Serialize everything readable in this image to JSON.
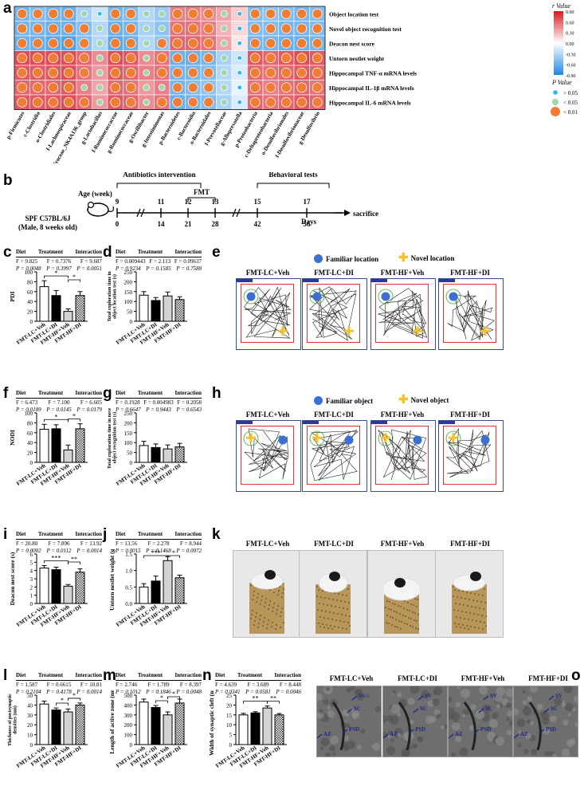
{
  "panel_letters": [
    "a",
    "b",
    "c",
    "d",
    "e",
    "f",
    "g",
    "h",
    "i",
    "j",
    "k",
    "l",
    "m",
    "n",
    "o"
  ],
  "heatmap": {
    "rows": [
      "Object location test",
      "Novel object recognition test",
      "Deacon nest score",
      "Untorn nestlet weight",
      "Hippocampal TNF-α mRNA levels",
      "Hippocampal IL-1β mRNA levels",
      "Hippocampal IL-6 mRNA levels"
    ],
    "cols": [
      "p-Firmicutes",
      "c-Clostridia",
      "o-Clostridiales",
      "f-Lachnospiraceae",
      "g-Lachnospiraceae_NK4A136_group",
      "g-Lactobacillus",
      "f-Ruminococcaceae",
      "g-Ruminococcaceae",
      "g-Oscillibacter",
      "g-Intestinimonas",
      "p-Bacteroidetes",
      "c-Bacteroidia",
      "o-Bacteroidales",
      "f-Prevotellaceae",
      "g-Alloprevotella",
      "p-Proteobacteria",
      "c-Deltaproteobacteria",
      "o-Desulfovibrionales",
      "f-Desulfovibrionaceae",
      "g-Desulfovibrio"
    ],
    "values": [
      [
        -0.55,
        -0.5,
        -0.55,
        -0.6,
        -0.35,
        -0.2,
        -0.55,
        -0.5,
        -0.3,
        -0.4,
        0.5,
        0.5,
        0.45,
        0.35,
        0.2,
        -0.5,
        -0.45,
        -0.5,
        -0.55,
        -0.5
      ],
      [
        -0.55,
        -0.55,
        -0.6,
        -0.6,
        -0.5,
        -0.3,
        -0.6,
        -0.55,
        -0.35,
        -0.45,
        0.55,
        0.55,
        0.5,
        0.3,
        0.15,
        -0.5,
        -0.5,
        -0.55,
        -0.55,
        -0.5
      ],
      [
        -0.6,
        -0.6,
        -0.65,
        -0.7,
        -0.5,
        -0.3,
        -0.65,
        -0.6,
        -0.3,
        -0.45,
        0.6,
        0.6,
        0.55,
        0.35,
        0.1,
        -0.55,
        -0.55,
        -0.6,
        -0.6,
        -0.55
      ],
      [
        0.7,
        0.7,
        0.7,
        0.7,
        0.6,
        0.45,
        0.7,
        0.65,
        0.45,
        0.55,
        -0.6,
        -0.6,
        -0.55,
        -0.35,
        -0.2,
        0.65,
        0.6,
        0.65,
        0.7,
        0.65
      ],
      [
        0.65,
        0.65,
        0.65,
        0.7,
        0.55,
        0.4,
        0.65,
        0.6,
        0.5,
        0.55,
        -0.55,
        -0.55,
        -0.5,
        -0.3,
        -0.15,
        0.6,
        0.55,
        0.6,
        0.65,
        0.6
      ],
      [
        0.6,
        0.6,
        0.6,
        0.65,
        0.5,
        0.35,
        0.6,
        0.55,
        0.4,
        0.5,
        -0.55,
        -0.5,
        -0.45,
        -0.3,
        -0.1,
        0.55,
        0.5,
        0.55,
        0.6,
        0.55
      ],
      [
        0.65,
        0.65,
        0.65,
        0.7,
        0.6,
        0.4,
        0.65,
        0.6,
        0.45,
        0.55,
        -0.6,
        -0.55,
        -0.5,
        -0.35,
        -0.15,
        0.6,
        0.55,
        0.6,
        0.65,
        0.6
      ]
    ],
    "pvals": [
      [
        2,
        2,
        2,
        2,
        1,
        0,
        2,
        2,
        1,
        1,
        2,
        2,
        2,
        1,
        0,
        2,
        2,
        2,
        2,
        2
      ],
      [
        2,
        2,
        2,
        2,
        2,
        1,
        2,
        2,
        1,
        1,
        2,
        2,
        2,
        1,
        0,
        2,
        2,
        2,
        2,
        2
      ],
      [
        2,
        2,
        2,
        2,
        2,
        1,
        2,
        2,
        1,
        2,
        2,
        2,
        2,
        1,
        0,
        2,
        2,
        2,
        2,
        2
      ],
      [
        2,
        2,
        2,
        2,
        2,
        1,
        2,
        2,
        1,
        2,
        2,
        2,
        2,
        1,
        0,
        2,
        2,
        2,
        2,
        2
      ],
      [
        2,
        2,
        2,
        2,
        2,
        1,
        2,
        2,
        1,
        2,
        2,
        2,
        2,
        1,
        0,
        2,
        2,
        2,
        2,
        2
      ],
      [
        2,
        2,
        2,
        2,
        1,
        1,
        2,
        2,
        1,
        1,
        2,
        2,
        2,
        1,
        0,
        2,
        2,
        2,
        2,
        2
      ],
      [
        2,
        2,
        2,
        2,
        2,
        1,
        2,
        2,
        1,
        2,
        2,
        2,
        2,
        1,
        0,
        2,
        2,
        2,
        2,
        2
      ]
    ],
    "legend_title": "r Value",
    "legend_ticks": [
      "0.90",
      "0.60",
      "0.30",
      "0.00",
      "-0.30",
      "-0.60",
      "-0.90"
    ],
    "p_title": "P Value",
    "p_items": [
      "> 0.05",
      "< 0.05",
      "< 0.01"
    ],
    "colors": {
      "neg": "#1e88e5",
      "mid": "#ffffff",
      "pos": "#d7191c",
      "p_gt": "#29b6f6",
      "p_lt05": "#a5d6a7",
      "p_lt01": "#ef7d32"
    }
  },
  "timeline": {
    "mouse_text_1": "SPF C57BL/6J",
    "mouse_text_2": "(Male, 8 weeks old)",
    "age_label": "Age (week)",
    "antibiotics": "Antibiotics intervention",
    "fmt": "FMT",
    "behavioral": "Behavioral tests",
    "weeks": [
      "9",
      "11",
      "12",
      "13",
      "15",
      "17"
    ],
    "days": [
      "0",
      "14",
      "21",
      "28",
      "42",
      "56"
    ],
    "days_label": "Days",
    "end_label": "sacrifice"
  },
  "stats": {
    "c": {
      "h": [
        "Diet",
        "Treatment",
        "Interaction"
      ],
      "f": [
        "F = 9.825",
        "F = 0.7376",
        "F = 9.687"
      ],
      "p": [
        "P = 0.0048",
        "P = 0.3997",
        "P = 0.0051"
      ]
    },
    "d": {
      "h": [
        "Diet",
        "Treatment",
        "Interaction"
      ],
      "f": [
        "F = 0.009443",
        "F = 2.113",
        "F = 0.09637"
      ],
      "p": [
        "P = 0.9234",
        "P = 0.1585",
        "P = 0.7588"
      ]
    },
    "f": {
      "h": [
        "Diet",
        "Treatment",
        "Interaction"
      ],
      "f": [
        "F = 6.473",
        "F = 7.100",
        "F = 6.605"
      ],
      "p": [
        "P = 0.0189",
        "P = 0.0145",
        "P = 0.0179"
      ]
    },
    "g": {
      "h": [
        "Diet",
        "Treatment",
        "Interaction"
      ],
      "f": [
        "F = 0.1928",
        "F = 0.004983",
        "F = 0.2058"
      ],
      "p": [
        "P = 0.6647",
        "P = 0.9443",
        "P = 0.6543"
      ]
    },
    "i": {
      "h": [
        "Diet",
        "Treatment",
        "Interaction"
      ],
      "f": [
        "F = 20.80",
        "F = 7.896",
        "F = 13.92"
      ],
      "p": [
        "P = 0.0002",
        "P = 0.0112",
        "P = 0.0014"
      ]
    },
    "j": {
      "h": [
        "Diet",
        "Treatment",
        "Interaction"
      ],
      "f": [
        "F = 13.56",
        "F = 2.278",
        "F = 8.944"
      ],
      "p": [
        "P = 0.0015",
        "P = 0.1468",
        "P = 0.0072"
      ]
    },
    "l": {
      "h": [
        "Diet",
        "Treatment",
        "Interaction"
      ],
      "f": [
        "F = 1.587",
        "F = 0.6615",
        "F = 10.81"
      ],
      "p": [
        "P = 0.2104",
        "P = 0.4178",
        "P = 0.0014"
      ]
    },
    "m": {
      "h": [
        "Diet",
        "Treatment",
        "Interaction"
      ],
      "f": [
        "F = 2.746",
        "F = 1.789",
        "F = 8.397"
      ],
      "p": [
        "P = 0.1012",
        "P = 0.1846",
        "P = 0.0048"
      ]
    },
    "n": {
      "h": [
        "Diet",
        "Treatment",
        "Interaction"
      ],
      "f": [
        "F = 4.639",
        "F = 3.689",
        "F = 8.448"
      ],
      "p": [
        "P = 0.0341",
        "P = 0.0581",
        "P = 0.0046"
      ]
    }
  },
  "groups": [
    "FMT-LC+Veh",
    "FMT-LC+DI",
    "FMT-HF+Veh",
    "FMT-HF+DI"
  ],
  "chart_data": [
    {
      "panel": "c",
      "type": "bar",
      "categories": [
        "FMT-LC+Veh",
        "FMT-LC+DI",
        "FMT-HF+Veh",
        "FMT-HF+DI"
      ],
      "values": [
        70,
        52,
        20,
        52
      ],
      "errors": [
        12,
        10,
        5,
        8
      ],
      "ylabel": "PDI",
      "ylim": [
        0,
        100
      ],
      "yticks": [
        0,
        20,
        40,
        60,
        80,
        100
      ],
      "sig": [
        {
          "a": 0,
          "b": 2,
          "label": "*"
        },
        {
          "a": 2,
          "b": 3,
          "label": "*"
        }
      ]
    },
    {
      "panel": "d",
      "type": "bar",
      "categories": [
        "FMT-LC+Veh",
        "FMT-LC+DI",
        "FMT-HF+Veh",
        "FMT-HF+DI"
      ],
      "values": [
        132,
        105,
        128,
        110
      ],
      "errors": [
        18,
        15,
        20,
        14
      ],
      "ylabel": "Total exploration time in object location test (s)",
      "ylim": [
        0,
        250
      ],
      "yticks": [
        0,
        50,
        100,
        150,
        200,
        250
      ],
      "sig": []
    },
    {
      "panel": "f",
      "type": "bar",
      "categories": [
        "FMT-LC+Veh",
        "FMT-LC+DI",
        "FMT-HF+Veh",
        "FMT-HF+DI"
      ],
      "values": [
        67,
        68,
        25,
        68
      ],
      "errors": [
        10,
        8,
        10,
        10
      ],
      "ylabel": "NODI",
      "ylim": [
        0,
        100
      ],
      "yticks": [
        0,
        20,
        40,
        60,
        80,
        100
      ],
      "sig": [
        {
          "a": 0,
          "b": 2,
          "label": "*"
        },
        {
          "a": 2,
          "b": 3,
          "label": "*"
        }
      ]
    },
    {
      "panel": "g",
      "type": "bar",
      "categories": [
        "FMT-LC+Veh",
        "FMT-LC+DI",
        "FMT-HF+Veh",
        "FMT-HF+DI"
      ],
      "values": [
        85,
        75,
        68,
        78
      ],
      "errors": [
        22,
        18,
        20,
        18
      ],
      "ylabel": "Total exploration time in novel object recognition test (s)",
      "ylim": [
        0,
        250
      ],
      "yticks": [
        0,
        50,
        100,
        150,
        200,
        250
      ],
      "sig": []
    },
    {
      "panel": "i",
      "type": "bar",
      "categories": [
        "FMT-LC+Veh",
        "FMT-LC+DI",
        "FMT-HF+Veh",
        "FMT-HF+DI"
      ],
      "values": [
        4.3,
        4.1,
        2.1,
        3.8
      ],
      "errors": [
        0.3,
        0.3,
        0.2,
        0.4
      ],
      "ylabel": "Deacon nest score (s)",
      "ylim": [
        0,
        6
      ],
      "yticks": [
        0,
        1,
        2,
        3,
        4,
        5,
        6
      ],
      "sig": [
        {
          "a": 0,
          "b": 2,
          "label": "***"
        },
        {
          "a": 2,
          "b": 3,
          "label": "**"
        }
      ]
    },
    {
      "panel": "j",
      "type": "bar",
      "categories": [
        "FMT-LC+Veh",
        "FMT-LC+DI",
        "FMT-HF+Veh",
        "FMT-HF+DI"
      ],
      "values": [
        0.5,
        0.68,
        1.3,
        0.78
      ],
      "errors": [
        0.1,
        0.15,
        0.12,
        0.08
      ],
      "ylabel": "Untorn nestlet weight (g)",
      "ylim": [
        0,
        1.5
      ],
      "yticks": [
        0.0,
        0.5,
        1.0,
        1.5
      ],
      "sig": [
        {
          "a": 0,
          "b": 2,
          "label": "***"
        },
        {
          "a": 2,
          "b": 3,
          "label": "*"
        }
      ]
    },
    {
      "panel": "l",
      "type": "bar",
      "categories": [
        "FMT-LC+Veh",
        "FMT-LC+DI",
        "FMT-HF+Veh",
        "FMT-HF+DI"
      ],
      "values": [
        41,
        35,
        33,
        40
      ],
      "errors": [
        3,
        2,
        3,
        2
      ],
      "ylabel": "Thickness of postsynaptic densities (nm)",
      "ylim": [
        0,
        50
      ],
      "yticks": [
        0,
        10,
        20,
        30,
        40,
        50
      ],
      "sig": [
        {
          "a": 1,
          "b": 2,
          "label": "*"
        },
        {
          "a": 2,
          "b": 3,
          "label": "*"
        }
      ]
    },
    {
      "panel": "m",
      "type": "bar",
      "categories": [
        "FMT-LC+Veh",
        "FMT-LC+DI",
        "FMT-HF+Veh",
        "FMT-HF+DI"
      ],
      "values": [
        430,
        375,
        300,
        420
      ],
      "errors": [
        30,
        20,
        30,
        40
      ],
      "ylabel": "Length of active zone (nm)",
      "ylim": [
        0,
        500
      ],
      "yticks": [
        0,
        100,
        200,
        300,
        400,
        500
      ],
      "sig": [
        {
          "a": 1,
          "b": 2,
          "label": "*"
        },
        {
          "a": 2,
          "b": 3,
          "label": "*"
        }
      ]
    },
    {
      "panel": "n",
      "type": "bar",
      "categories": [
        "FMT-LC+Veh",
        "FMT-LC+DI",
        "FMT-HF+Veh",
        "FMT-HF+DI"
      ],
      "values": [
        15,
        16,
        18.5,
        15
      ],
      "errors": [
        0.8,
        0.6,
        1,
        0.7
      ],
      "ylabel": "Width of synaptic cleft (nm)",
      "ylim": [
        0,
        25
      ],
      "yticks": [
        0,
        5,
        10,
        15,
        20,
        25
      ],
      "sig": [
        {
          "a": 0,
          "b": 2,
          "label": "**"
        },
        {
          "a": 2,
          "b": 3,
          "label": "**"
        }
      ]
    }
  ],
  "maze_e": {
    "legend_1": "Familiar location",
    "legend_2": "Novel location",
    "titles": [
      "FMT-LC+Veh",
      "FMT-LC+DI",
      "FMT-HF+Veh",
      "FMT-HF+DI"
    ]
  },
  "maze_h": {
    "legend_1": "Familiar object",
    "legend_2": "Novel object",
    "titles": [
      "FMT-LC+Veh",
      "FMT-LC+DI",
      "FMT-HF+Veh",
      "FMT-HF+DI"
    ]
  },
  "nest_k": {
    "titles": [
      "FMT-LC+Veh",
      "FMT-LC+DI",
      "FMT-HF+Veh",
      "FMT-HF+DI"
    ]
  },
  "em_o": {
    "titles": [
      "FMT-LC+Veh",
      "FMT-LC+DI",
      "FMT-HF+Veh",
      "FMT-HF+DI"
    ],
    "labels": [
      "SV",
      "SC",
      "AZ",
      "PSD"
    ]
  }
}
